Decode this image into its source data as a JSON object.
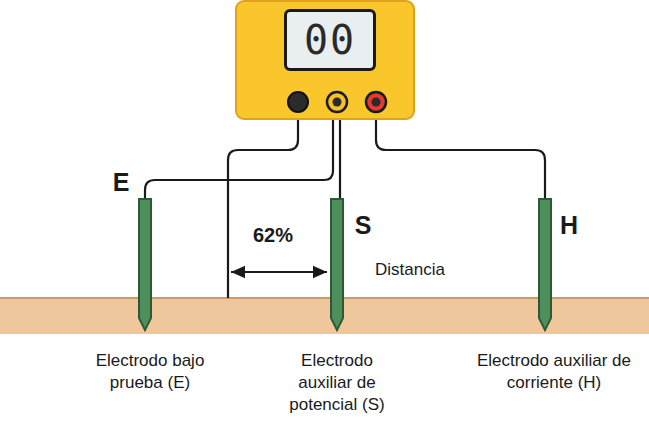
{
  "diagram": {
    "nodes": [
      {
        "text": [
          "00"
        ]
      }
    ],
    "labels": [
      "E",
      "S",
      "H",
      "62%",
      "Distancia",
      "Electrodo bajo prueba (E)",
      "Electrodo auxiliar de potencial (S)",
      "Electrodo auxiliar de corriente (H)"
    ]
  }
}
